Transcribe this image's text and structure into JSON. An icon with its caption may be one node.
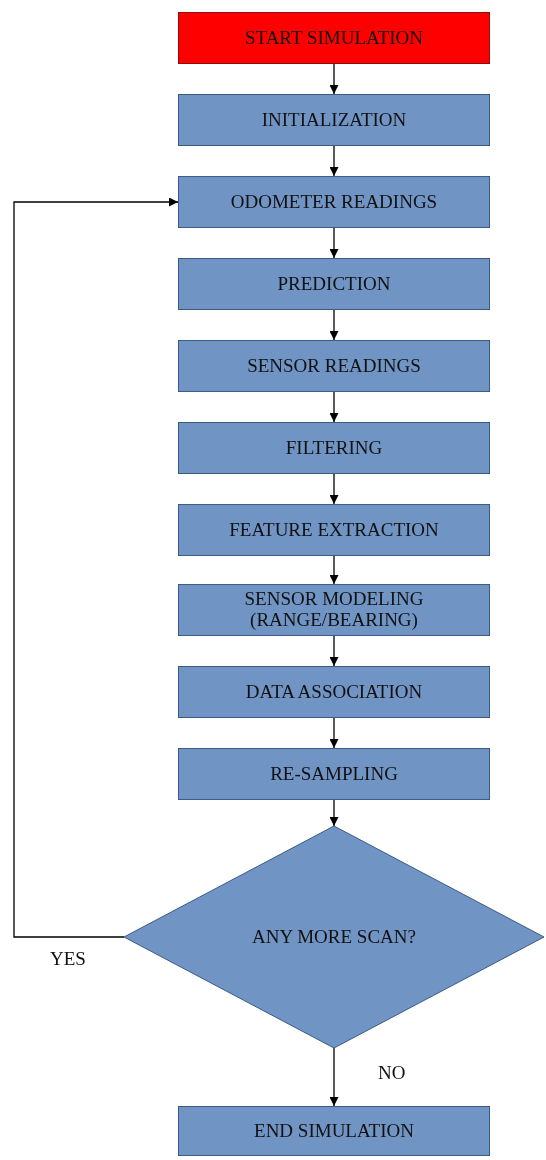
{
  "diagram": {
    "nodes": [
      {
        "text": [
          "START SIMULATION"
        ]
      },
      {
        "text": [
          "INITIALIZATION"
        ]
      },
      {
        "text": [
          "ODOMETER READINGS"
        ]
      },
      {
        "text": [
          "PREDICTION"
        ]
      },
      {
        "text": [
          "SENSOR READINGS"
        ]
      },
      {
        "text": [
          "FILTERING"
        ]
      },
      {
        "text": [
          "FEATURE EXTRACTION"
        ]
      },
      {
        "text": [
          "SENSOR MODELING (RANGE/BEARING)"
        ]
      },
      {
        "text": [
          "DATA ASSOCIATION"
        ]
      },
      {
        "text": [
          "RE-SAMPLING"
        ]
      },
      {
        "text": [
          "ANY MORE SCAN?"
        ]
      },
      {
        "text": [
          "END SIMULATION"
        ]
      }
    ],
    "edges": [
      {
        "from": 0,
        "to": 1,
        "arrow": "to"
      },
      {
        "from": 1,
        "to": 2,
        "arrow": "to"
      },
      {
        "from": 2,
        "to": 3,
        "arrow": "to"
      },
      {
        "from": 3,
        "to": 4,
        "arrow": "to"
      },
      {
        "from": 4,
        "to": 5,
        "arrow": "to"
      },
      {
        "from": 5,
        "to": 6,
        "arrow": "to"
      },
      {
        "from": 6,
        "to": 7,
        "arrow": "to"
      },
      {
        "from": 7,
        "to": 8,
        "arrow": "to"
      },
      {
        "from": 8,
        "to": 9,
        "arrow": "to"
      },
      {
        "from": 9,
        "to": 10,
        "arrow": "to"
      },
      {
        "from": 10,
        "to": 2,
        "arrow": "to",
        "label": "YES"
      },
      {
        "from": 10,
        "to": 11,
        "arrow": "to",
        "label": "NO"
      }
    ]
  }
}
